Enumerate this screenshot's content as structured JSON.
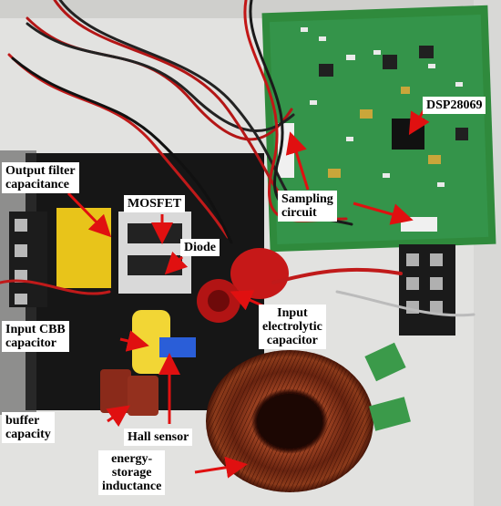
{
  "labels": {
    "dsp": "DSP28069",
    "output_filter_1": "Output filter",
    "output_filter_2": "capacitance",
    "mosfet": "MOSFET",
    "diode": "Diode",
    "sampling_1": "Sampling",
    "sampling_2": "circuit",
    "input_cbb_1": "Input CBB",
    "input_cbb_2": "capacitor",
    "input_electrolytic_1": "Input",
    "input_electrolytic_2": "electrolytic",
    "input_electrolytic_3": "capacitor",
    "buffer_1": "buffer",
    "buffer_2": "capacity",
    "hall": "Hall sensor",
    "energy_1": "energy-",
    "energy_2": "storage",
    "energy_3": "inductance"
  },
  "colors": {
    "arrow": "#e01010",
    "label_bg": "#ffffff",
    "pcb_green": "#2f8a3c",
    "board_black": "#151515",
    "copper": "#7a2e14"
  }
}
